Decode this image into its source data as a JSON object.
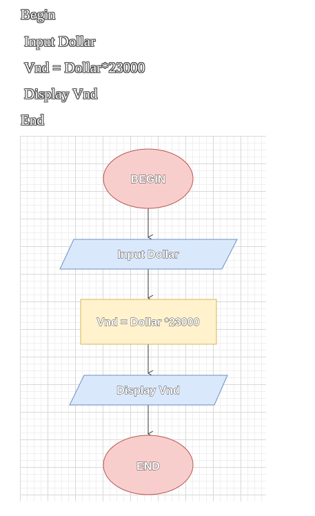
{
  "pseudocode": {
    "lines": [
      "Begin",
      "Input Dollar",
      "Vnd = Dollar*23000",
      "Display Vnd",
      "End"
    ]
  },
  "flowchart": {
    "start_label": "BEGIN",
    "input_label": "Input Dollar",
    "process_label": "Vnd = Dollar *23000",
    "output_label": "Display Vnd",
    "end_label": "END",
    "colors": {
      "terminal_fill": "#f8cecc",
      "terminal_stroke": "#b85450",
      "io_fill": "#dae8fc",
      "io_stroke": "#6c8ebf",
      "process_fill": "#fff2cc",
      "process_stroke": "#d6b656",
      "connector": "#333333"
    }
  }
}
